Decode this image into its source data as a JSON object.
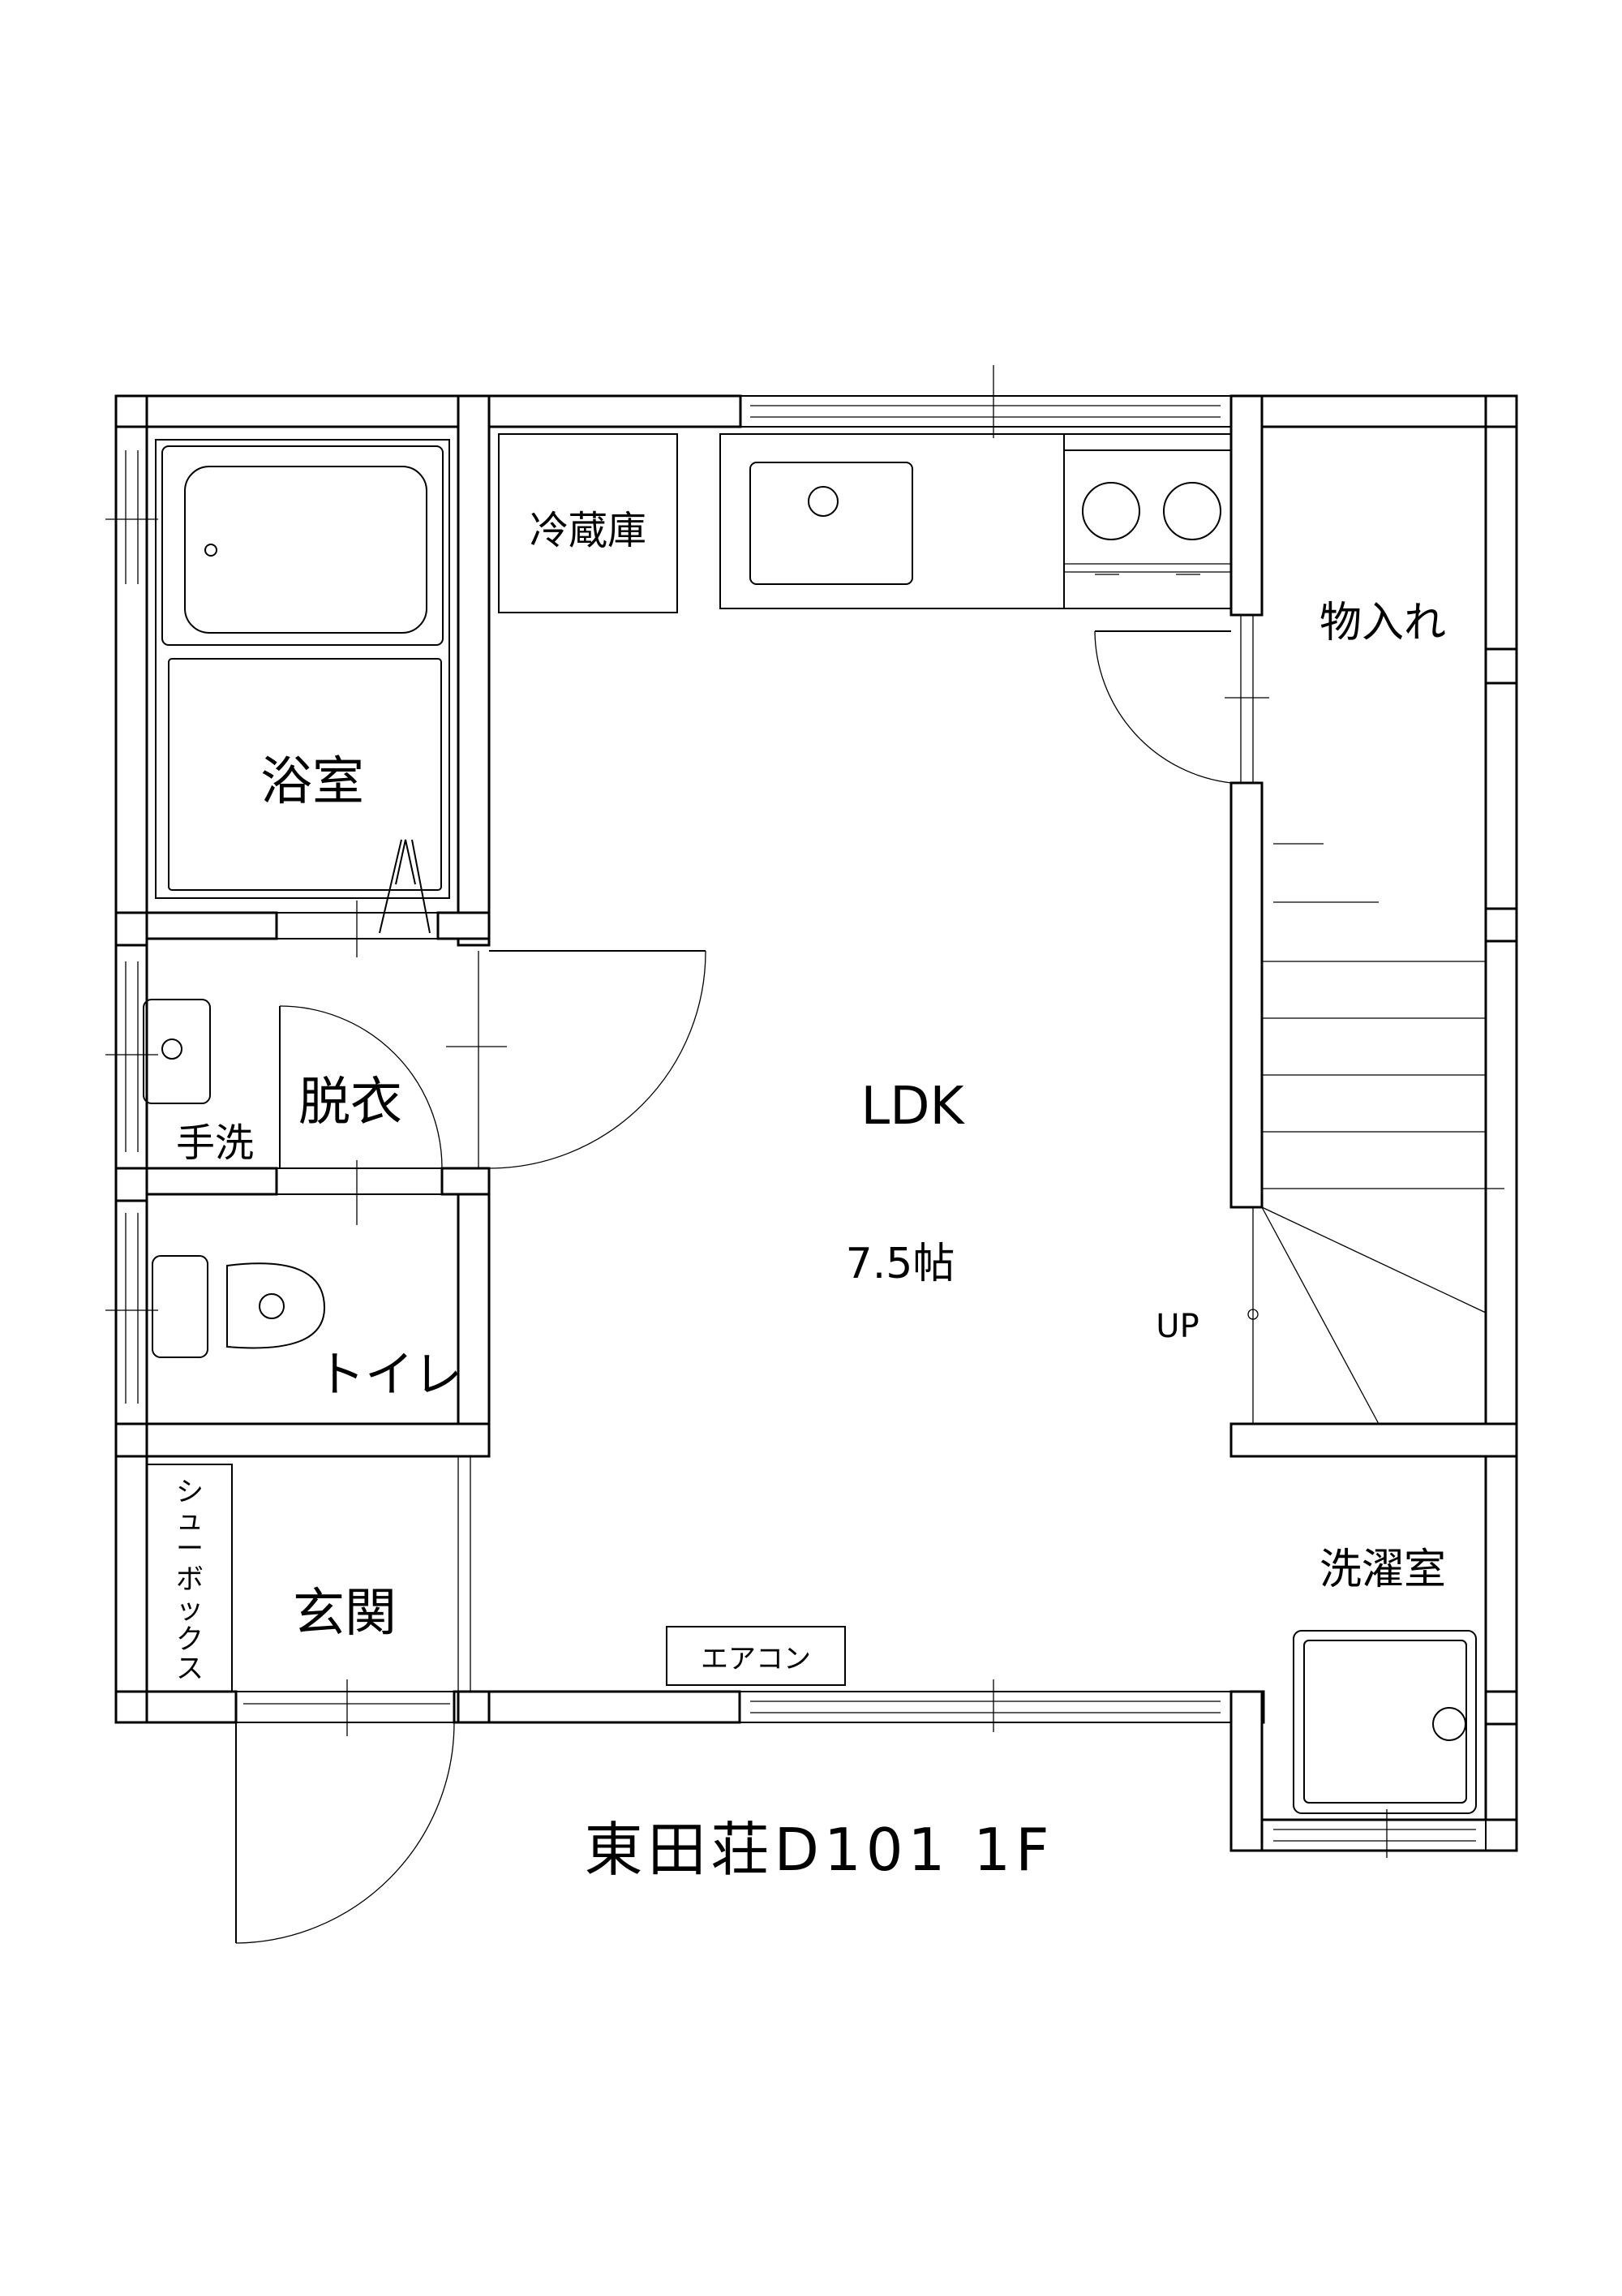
{
  "plan": {
    "title": "東田荘D101 1F",
    "rooms": {
      "ldk": "LDK",
      "ldk_size": "7.5帖",
      "bath": "浴室",
      "dressing": "脱衣",
      "handwash": "手洗",
      "toilet": "トイレ",
      "entrance": "玄関",
      "fridge": "冷蔵庫",
      "closet": "物入れ",
      "laundry": "洗濯室",
      "stairs_up": "UP",
      "shoebox_chars": [
        "シ",
        "ュ",
        "ー",
        "ボ",
        "ッ",
        "ク",
        "ス"
      ],
      "aircon": "エアコン"
    }
  }
}
